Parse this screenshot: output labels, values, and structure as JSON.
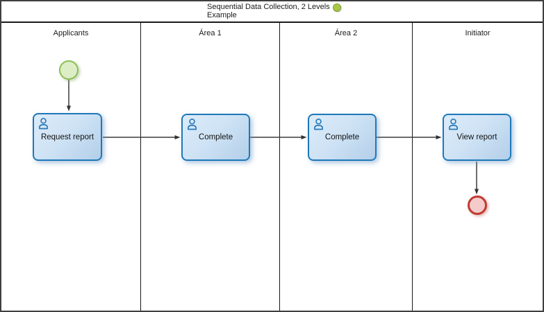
{
  "pool": {
    "title": "Sequential Data Collection, 2 Levels",
    "subtitle": "Example"
  },
  "lanes": [
    {
      "label": "Applicants"
    },
    {
      "label": "Área 1"
    },
    {
      "label": "Área 2"
    },
    {
      "label": "Initiator"
    }
  ],
  "tasks": [
    {
      "label": "Request report",
      "lane": "Applicants",
      "type": "user-task"
    },
    {
      "label": "Complete",
      "lane": "Área 1",
      "type": "user-task"
    },
    {
      "label": "Complete",
      "lane": "Área 2",
      "type": "user-task"
    },
    {
      "label": "View report",
      "lane": "Initiator",
      "type": "user-task"
    }
  ],
  "events": [
    {
      "name": "start-event",
      "lane": "Applicants",
      "kind": "start"
    },
    {
      "name": "end-event",
      "lane": "Initiator",
      "kind": "end"
    }
  ],
  "flows": [
    {
      "from": "start-event",
      "to": "Request report"
    },
    {
      "from": "Request report",
      "to": "Complete (Área 1)"
    },
    {
      "from": "Complete (Área 1)",
      "to": "Complete (Área 2)"
    },
    {
      "from": "Complete (Área 2)",
      "to": "View report"
    },
    {
      "from": "View report",
      "to": "end-event"
    }
  ],
  "colors": {
    "task_border": "#1e78b9",
    "task_fill_light": "#dcebf9",
    "task_fill_dark": "#b3cfe9",
    "start_event_fill": "#ddeec6",
    "start_event_stroke": "#8bbf56",
    "end_event_fill": "#f5caca",
    "end_event_stroke": "#c03a31",
    "status_dot_fill": "#a8c845",
    "status_dot_stroke": "#7d9c33",
    "flow_stroke": "#3c3c3c",
    "lane_divider": "#151515"
  }
}
